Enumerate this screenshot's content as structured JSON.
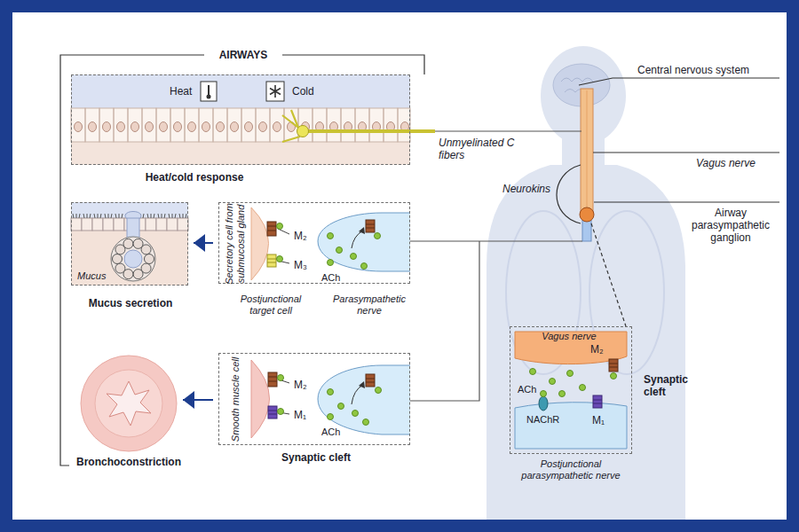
{
  "diagram": {
    "nodes": [
      {
        "text": [
          "Heat",
          "Cold",
          "Heat/cold response"
        ]
      },
      {
        "text": [
          "Mucus",
          "Mucus secretion"
        ]
      },
      {
        "text": [
          "Secretory cell from submucosal gland",
          "M₂",
          "M₃",
          "ACh",
          "Postjunctional target cell",
          "Parasympathetic nerve"
        ]
      },
      {
        "text": [
          "Bronchoconstriction"
        ]
      },
      {
        "text": [
          "Smooth muscle cell",
          "M₂",
          "M₁",
          "ACh",
          "Synaptic cleft"
        ]
      },
      {
        "text": [
          "Vagus nerve",
          "M₂",
          "ACh",
          "NAChR",
          "M₁",
          "Synaptic cleft",
          "Postjunctional parasympathetic nerve"
        ]
      }
    ],
    "edges": [
      {
        "from": 2,
        "to": 1,
        "arrow": "to"
      },
      {
        "from": 4,
        "to": 3,
        "arrow": "to"
      }
    ],
    "labels": [
      "AIRWAYS",
      "Unmyelinated C fibers",
      "Central nervous system",
      "Vagus nerve",
      "Neurokins",
      "Airway parasympathetic ganglion"
    ]
  }
}
